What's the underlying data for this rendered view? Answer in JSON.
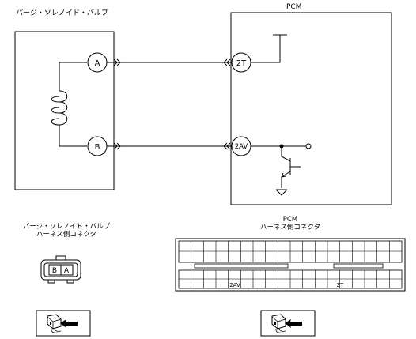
{
  "titles": {
    "solenoid": "パージ・ソレノイド・バルブ",
    "pcm": "PCM"
  },
  "terminals": {
    "sol_a": "A",
    "sol_b": "B",
    "pcm_2t": "2T",
    "pcm_2av": "2AV"
  },
  "connectors": {
    "solenoid_title": "パージ・ソレノイド・バルブ",
    "solenoid_subtitle": "ハーネス側コネクタ",
    "solenoid_pins": [
      "B",
      "A"
    ],
    "pcm_title": "PCM",
    "pcm_subtitle": "ハーネス側コネクタ",
    "pcm_pin_2av": "2AV",
    "pcm_pin_2t": "2T"
  },
  "icons": [
    "connector-view-icon",
    "connector-view-icon"
  ]
}
